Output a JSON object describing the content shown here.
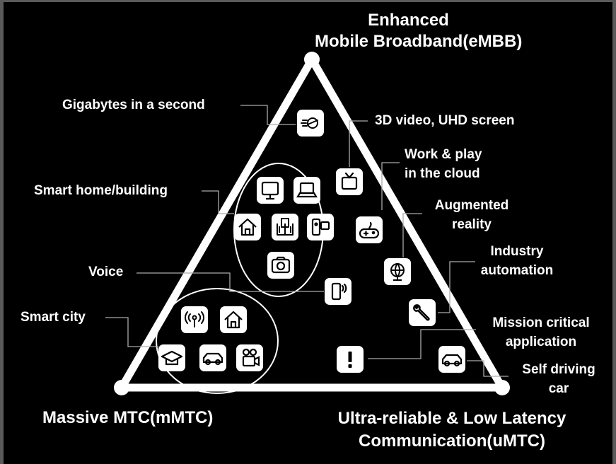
{
  "corners": {
    "top": [
      "Enhanced",
      "Mobile Broadband(eMBB)"
    ],
    "bottom_left": "Massive MTC(mMTC)",
    "bottom_right": [
      "Ultra-reliable & Low Latency",
      "Communication(uMTC)"
    ]
  },
  "labels": {
    "gigabytes": "Gigabytes in a second",
    "video": "3D video, UHD screen",
    "work_play": [
      "Work & play",
      "in the cloud"
    ],
    "smart_home": "Smart home/building",
    "ar": [
      "Augmented",
      "reality"
    ],
    "voice": "Voice",
    "industry": [
      "Industry",
      "automation"
    ],
    "smart_city": "Smart city",
    "mission": [
      "Mission critical",
      "application"
    ],
    "self_driving": [
      "Self driving",
      "car"
    ]
  },
  "icons": {
    "rocket": "rocket-icon",
    "tv": "tv-icon",
    "monitor": "monitor-icon",
    "laptop": "laptop-icon",
    "home": "home-icon",
    "book": "book-icon",
    "camcorder": "camcorder-icon",
    "camera": "camera-icon",
    "gamepad": "gamepad-icon",
    "globe": "globe-icon",
    "phone": "phone-icon",
    "wrench": "wrench-icon",
    "antenna": "antenna-icon",
    "city_home": "home-icon",
    "school": "school-icon",
    "car": "car-icon",
    "movie_camera": "movie-camera-icon",
    "alert": "alert-icon",
    "self_car": "car-icon"
  },
  "colors": {
    "background": "#000000",
    "foreground": "#ffffff",
    "frame": "#5a5a5a"
  }
}
